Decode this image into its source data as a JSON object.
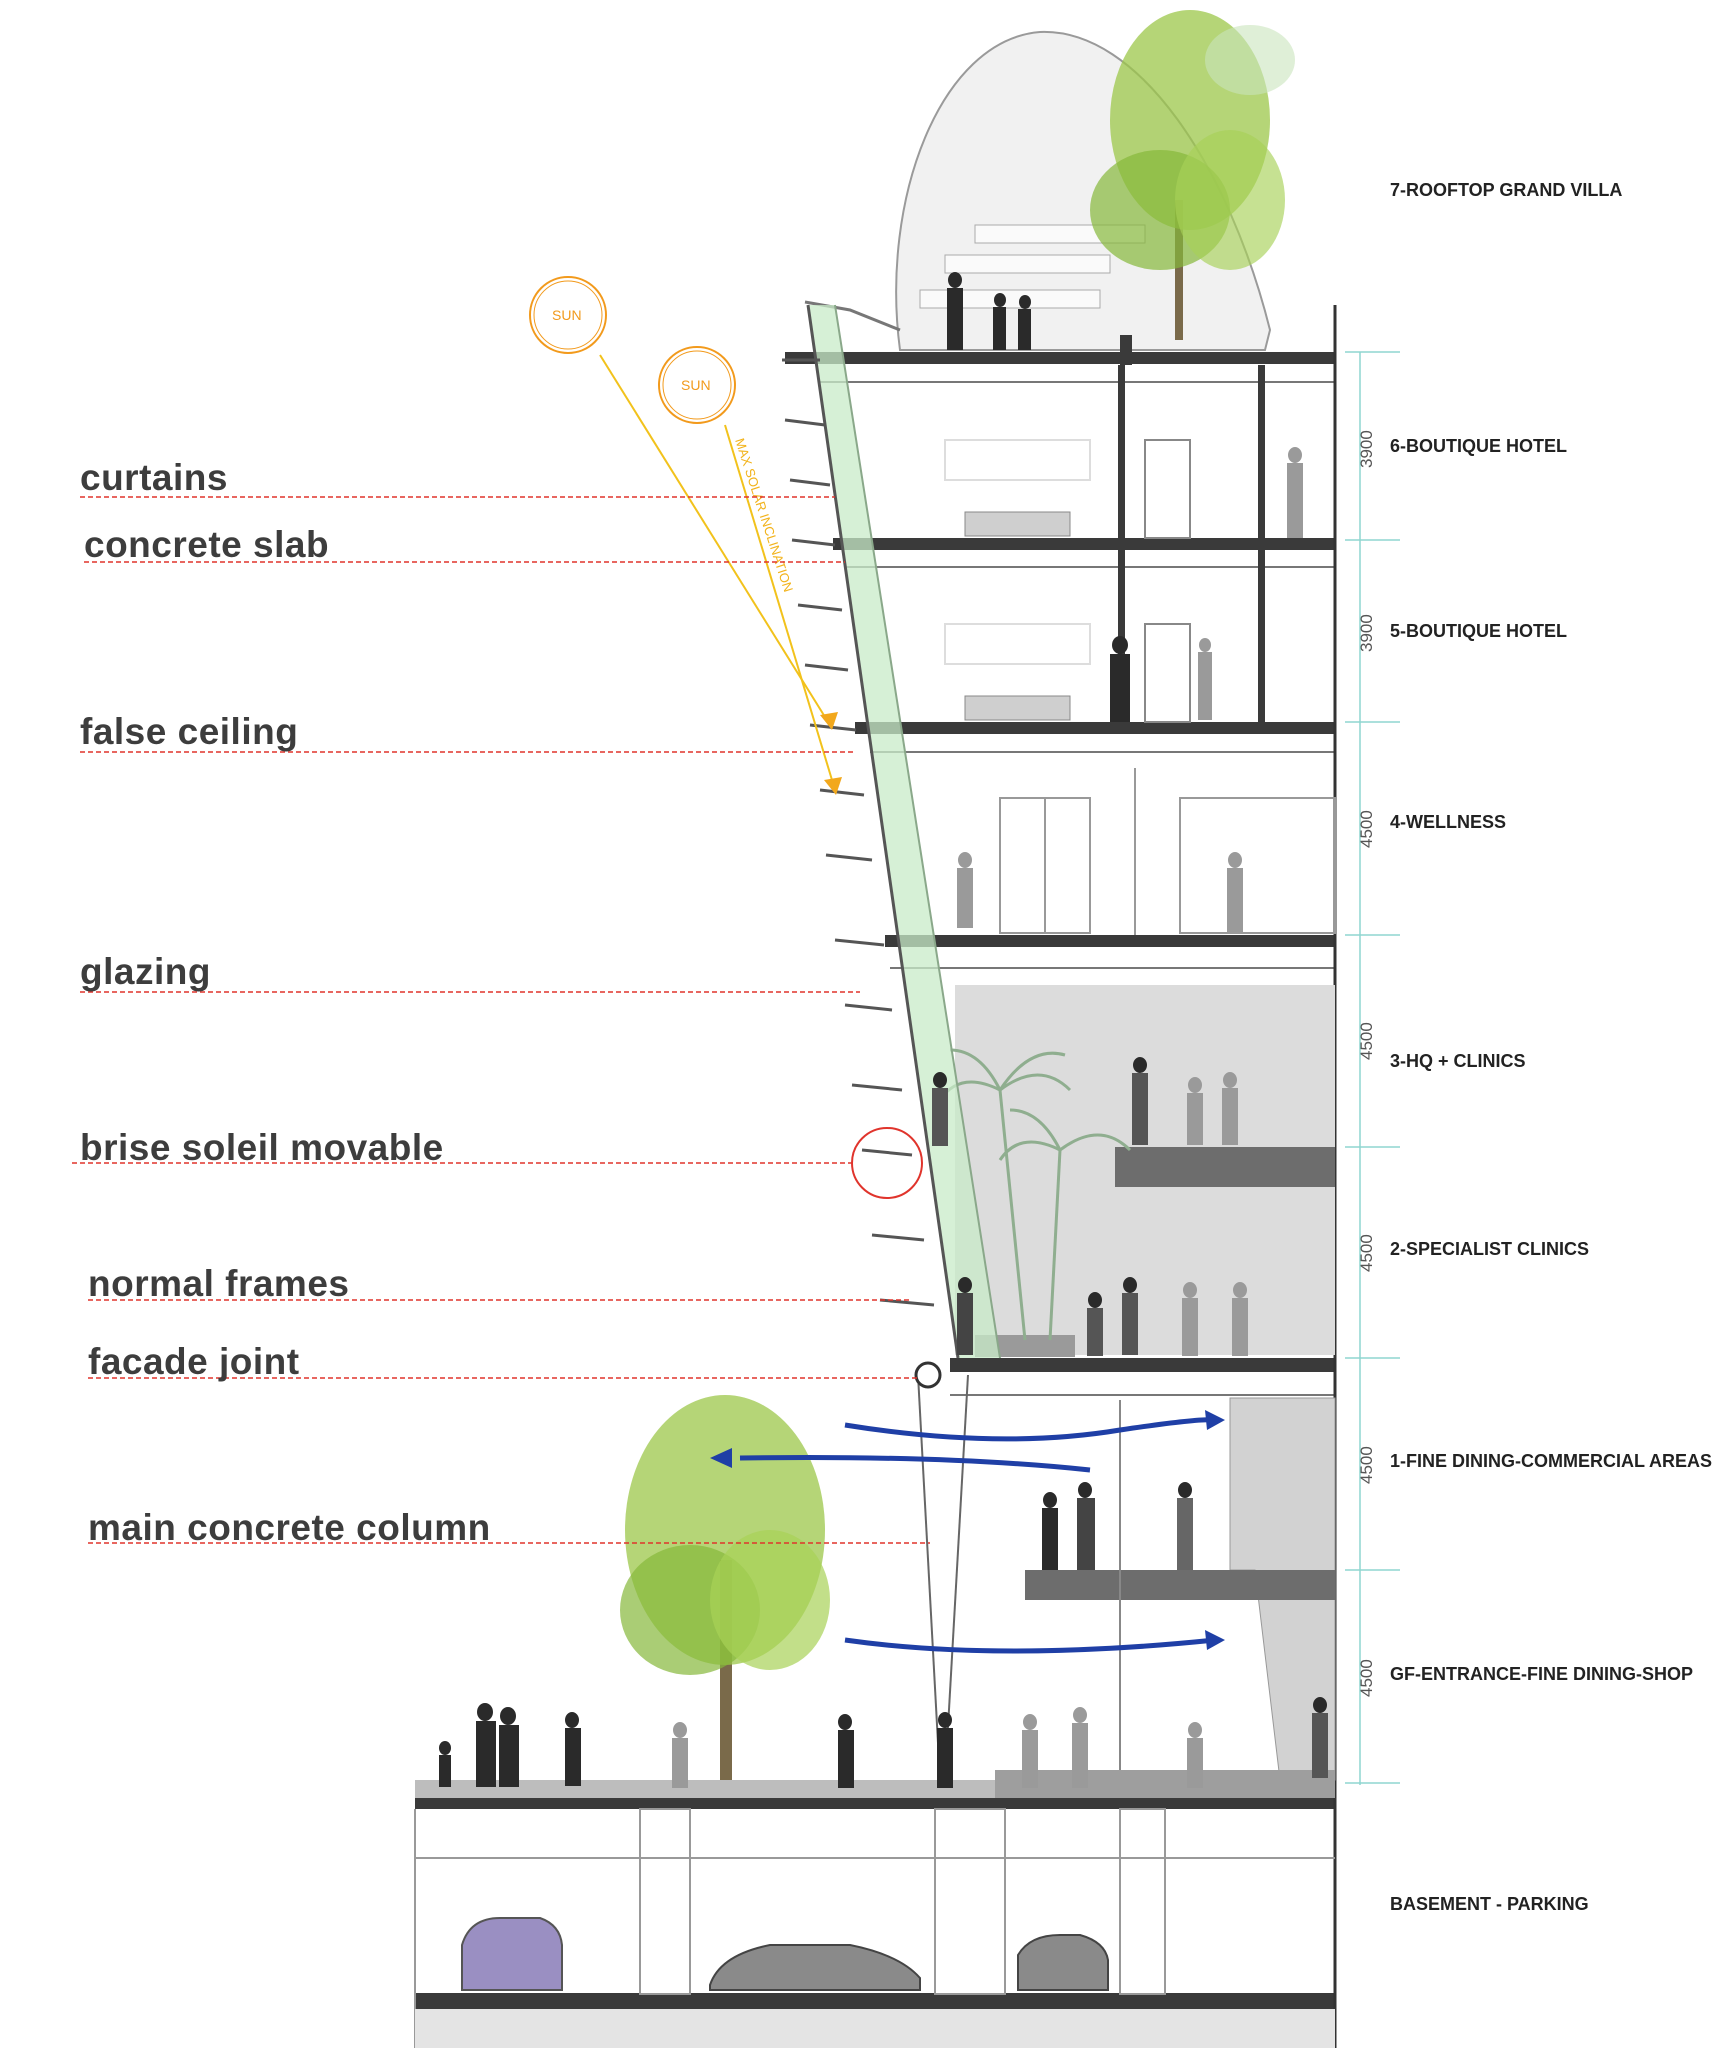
{
  "callouts": [
    {
      "id": "curtains",
      "label": "curtains"
    },
    {
      "id": "concrete-slab",
      "label": "concrete slab"
    },
    {
      "id": "false-ceiling",
      "label": "false ceiling"
    },
    {
      "id": "glazing",
      "label": "glazing"
    },
    {
      "id": "brise-soleil",
      "label": "brise soleil movable"
    },
    {
      "id": "normal-frames",
      "label": "normal frames"
    },
    {
      "id": "facade-joint",
      "label": "facade joint"
    },
    {
      "id": "main-column",
      "label": "main concrete column"
    }
  ],
  "floors": [
    {
      "id": "f7",
      "label": "7-ROOFTOP GRAND VILLA",
      "height": ""
    },
    {
      "id": "f6",
      "label": "6-BOUTIQUE HOTEL",
      "height": "3900"
    },
    {
      "id": "f5",
      "label": "5-BOUTIQUE HOTEL",
      "height": "3900"
    },
    {
      "id": "f4",
      "label": "4-WELLNESS",
      "height": "4500"
    },
    {
      "id": "f3",
      "label": "3-HQ + CLINICS",
      "height": "4500"
    },
    {
      "id": "f2",
      "label": "2-SPECIALIST CLINICS",
      "height": "4500"
    },
    {
      "id": "f1",
      "label": "1-FINE DINING-COMMERCIAL AREAS",
      "height": "4500"
    },
    {
      "id": "gf",
      "label": "GF-ENTRANCE-FINE DINING-SHOP",
      "height": "4500"
    },
    {
      "id": "b",
      "label": "BASEMENT - PARKING",
      "height": ""
    }
  ],
  "sun": {
    "label": "SUN",
    "solar_label": "MAX SOLAR INCLINATION"
  },
  "colors": {
    "callout_line": "#e0342c",
    "sun": "#f29a1c",
    "wind": "#1f3fa6",
    "glass": "#c8ebc8",
    "slab": "#3a3a3a",
    "tree": "#8fbf3a"
  }
}
